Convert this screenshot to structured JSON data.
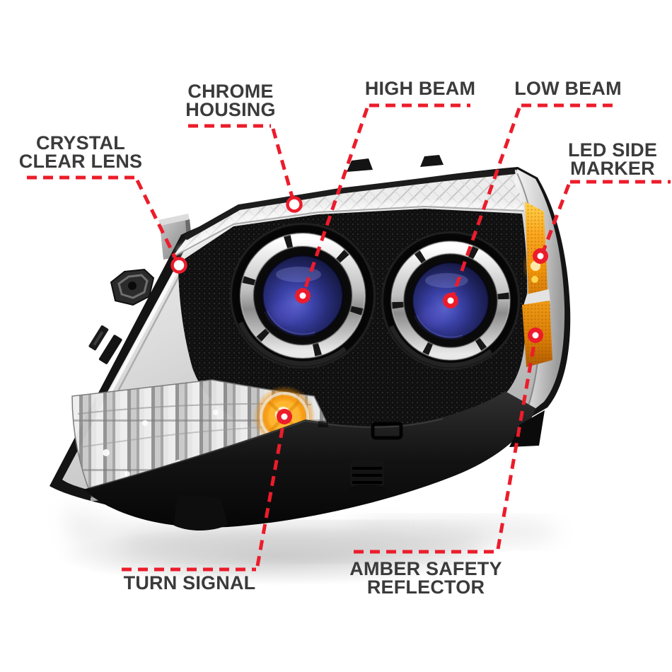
{
  "figure": {
    "kind": "product-callout-diagram",
    "subject": "projector-headlight-assembly"
  },
  "colors": {
    "background": "#ffffff",
    "accent_red": "#ec1c2b",
    "label_text": "#3b3b3b",
    "amber_reflector": "#f0930c",
    "projector_lens_blue": "#2f359b",
    "chrome_silver": "#d9d9d9"
  },
  "callouts": {
    "crystal_clear_lens": {
      "line1": "CRYSTAL",
      "line2": "CLEAR LENS",
      "marker": "ring"
    },
    "chrome_housing": {
      "line1": "CHROME",
      "line2": "HOUSING",
      "marker": "ring"
    },
    "high_beam": {
      "line1": "HIGH BEAM",
      "marker": "dot"
    },
    "low_beam": {
      "line1": "LOW BEAM",
      "marker": "dot"
    },
    "led_side_marker": {
      "line1": "LED SIDE",
      "line2": "MARKER",
      "marker": "dot"
    },
    "turn_signal": {
      "line1": "TURN SIGNAL",
      "marker": "dot"
    },
    "amber_safety_reflector": {
      "line1": "AMBER SAFETY",
      "line2": "REFLECTOR",
      "marker": "dot"
    }
  }
}
